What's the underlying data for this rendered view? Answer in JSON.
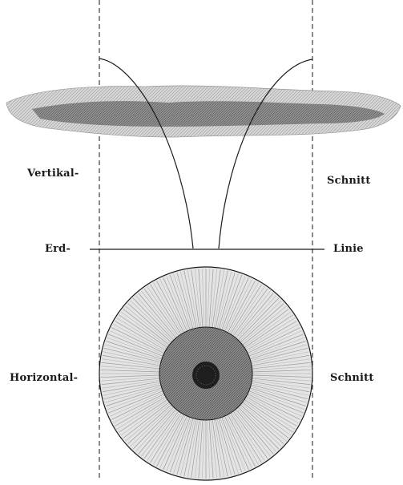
{
  "labels": {
    "vertical_prefix": "Vertikal-",
    "vertical_suffix": "Schnitt",
    "earth_prefix": "Erd-",
    "earth_suffix": "Linie",
    "horizontal_prefix": "Horizontal-",
    "horizontal_suffix": "Schnitt"
  },
  "colors": {
    "ink": "#1a1a1a",
    "cloud": "#9a9a9a",
    "cloud_dark": "#6e6e6e",
    "outer_ring": "#cfcfcf",
    "middle_ring": "#7a7a7a",
    "core": "#1e1e1e"
  }
}
